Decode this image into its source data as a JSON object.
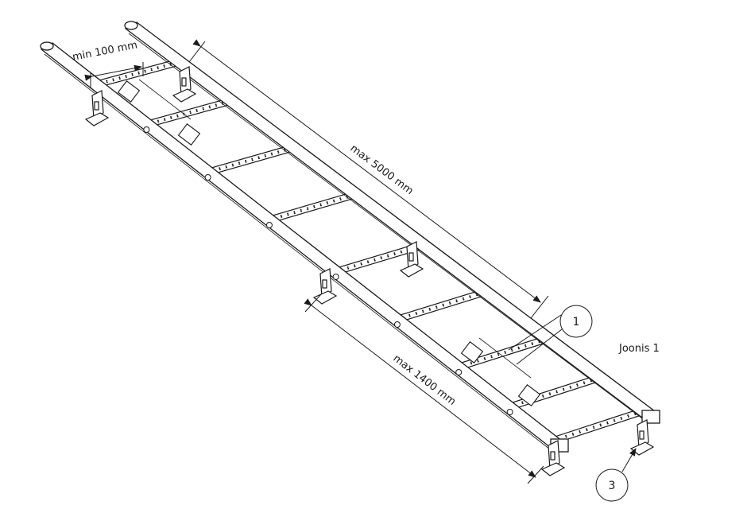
{
  "figure": {
    "caption": "Joonis 1"
  },
  "dimensions": {
    "min_rung_spacing": "min 100 mm",
    "max_length": "max 5000 mm",
    "max_bracket_spacing": "max 1400 mm"
  },
  "callouts": [
    {
      "label": "1"
    },
    {
      "label": "3"
    }
  ],
  "colors": {
    "line": "#1a1a1a",
    "fill": "#ffffff"
  }
}
